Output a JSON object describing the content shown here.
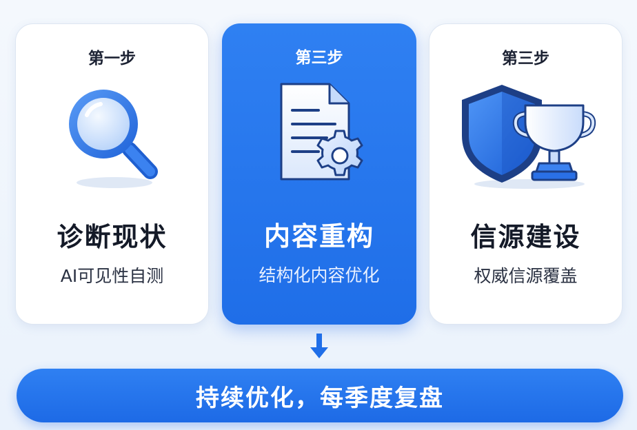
{
  "steps": [
    {
      "step_label": "第一步",
      "title": "诊断现状",
      "subtitle": "AI可见性自测",
      "icon": "magnifier-icon"
    },
    {
      "step_label": "第三步",
      "title": "内容重构",
      "subtitle": "结构化内容优化",
      "icon": "document-gear-icon"
    },
    {
      "step_label": "第三步",
      "title": "信源建设",
      "subtitle": "权威信源覆盖",
      "icon": "shield-trophy-icon"
    }
  ],
  "banner": {
    "text": "持续优化，每季度复盘"
  },
  "colors": {
    "accent": "#2a78ef",
    "card_bg": "#ffffff",
    "text_dark": "#141a28",
    "page_bg": "#eef4fc"
  }
}
